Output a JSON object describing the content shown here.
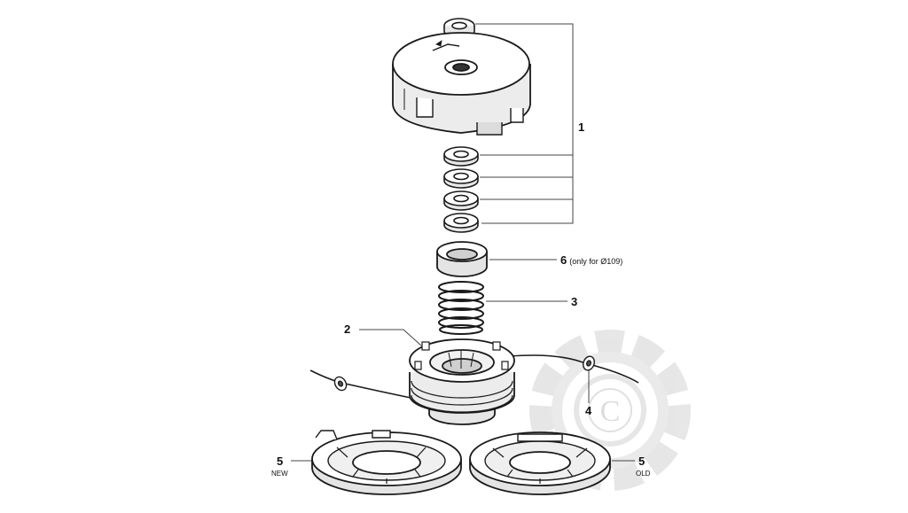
{
  "callouts": {
    "c1": "1",
    "c2": "2",
    "c3": "3",
    "c4": "4",
    "c5_new": "5",
    "c5_old": "5",
    "c6": "6"
  },
  "notes": {
    "c6_note": "(only for Ø109)",
    "new_label": "NEW",
    "old_label": "OLD"
  },
  "watermark": {
    "letter": "C",
    "color": "#d6d6d6"
  },
  "colors": {
    "line": "#1a1a1a",
    "leader": "#444444",
    "shade": "#e6e6e6"
  }
}
